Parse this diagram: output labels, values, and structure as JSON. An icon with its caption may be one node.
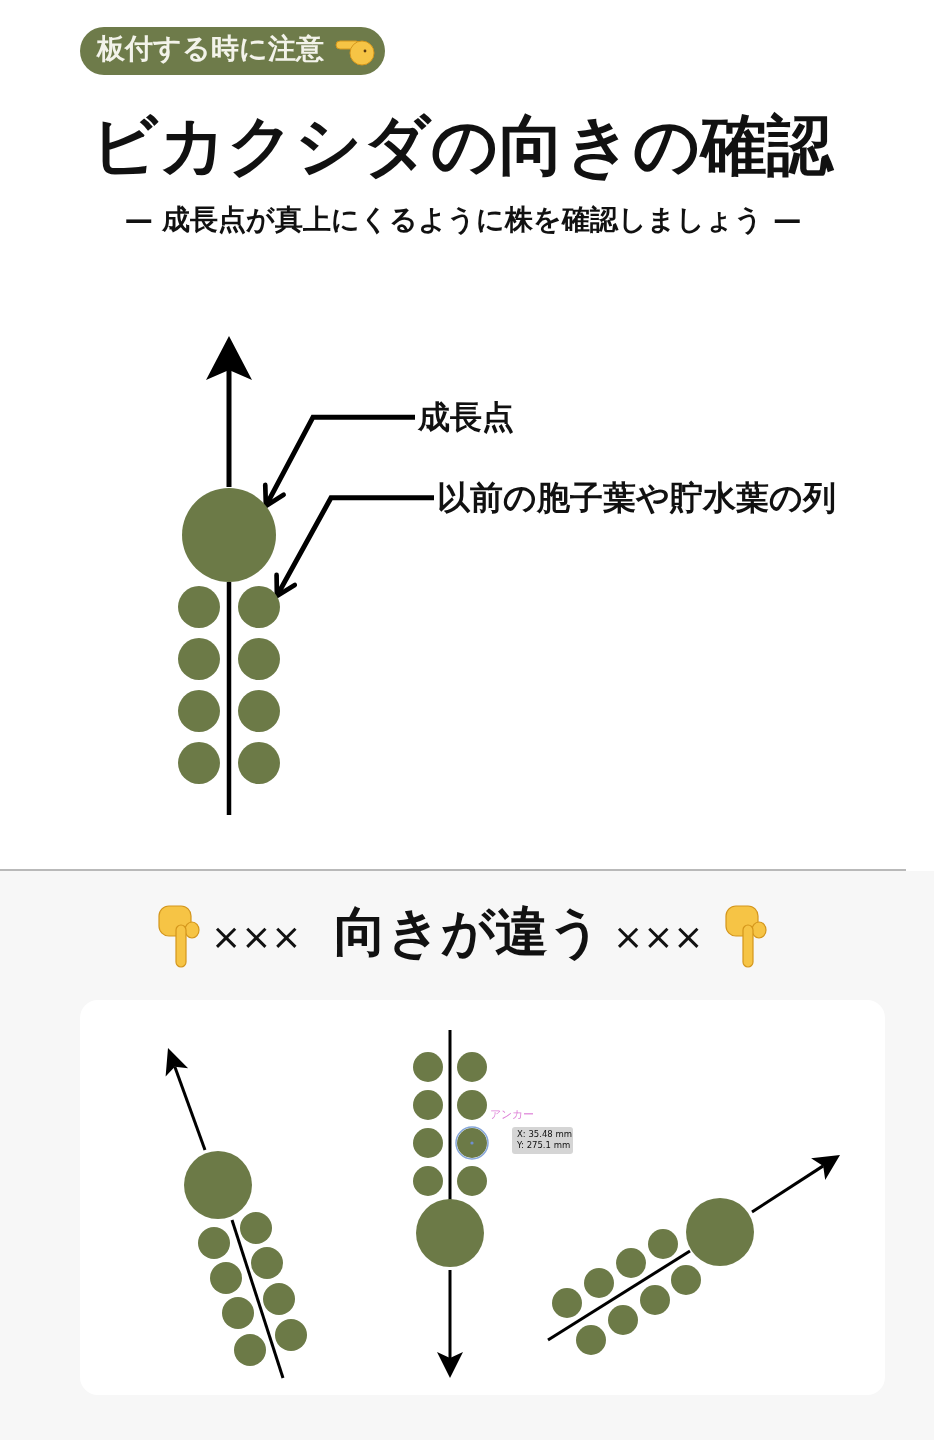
{
  "diagram": {
    "title": "ビカクシダの向きの確認",
    "nodes": [
      {
        "text": [
          "成長点"
        ]
      },
      {
        "text": [],
        "shape": "circle"
      },
      {
        "text": [
          "以前の胞子葉や貯水葉の列"
        ]
      },
      {
        "text": [],
        "shape": "circle"
      }
    ],
    "edges": [
      {
        "from": 0,
        "to": 1,
        "arrow": "to"
      },
      {
        "from": 2,
        "to": 3,
        "arrow": "to"
      }
    ],
    "labels": [
      "板付する時に注意",
      "— 成長点が真上にくるように株を確認しましょう —",
      "×××",
      "向きが違う",
      "×××",
      "アンカー",
      "X: 35.48 mm",
      "Y: 275.1 mm"
    ]
  }
}
